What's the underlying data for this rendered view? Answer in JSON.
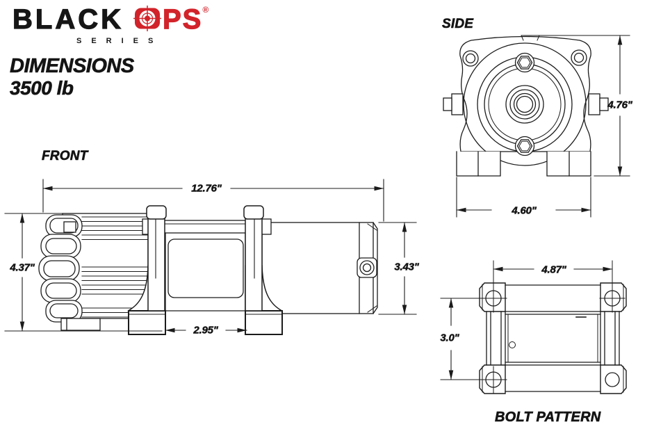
{
  "brand": {
    "black": "BLACK",
    "ops": "OPS",
    "ops_rest": "PS",
    "registered": "®",
    "series": "SERIES",
    "icons": {
      "ops_o": "crosshair-target"
    }
  },
  "heading": {
    "title": "DIMENSIONS",
    "capacity": "3500 lb"
  },
  "views": {
    "front": {
      "label": "FRONT",
      "dims": {
        "overall_length": "12.76\"",
        "motor_end_height": "4.37\"",
        "gear_end_height": "3.43\"",
        "foot_spacing": "2.95\""
      }
    },
    "side": {
      "label": "SIDE",
      "dims": {
        "overall_height": "4.76\"",
        "base_width": "4.60\""
      }
    },
    "bolt_pattern": {
      "label": "BOLT PATTERN",
      "dims": {
        "horizontal_spacing": "4.87\"",
        "vertical_spacing": "3.0\""
      }
    }
  },
  "colors": {
    "brand_red": "#d2232a",
    "ink": "#1b1b1b",
    "background": "#ffffff"
  }
}
